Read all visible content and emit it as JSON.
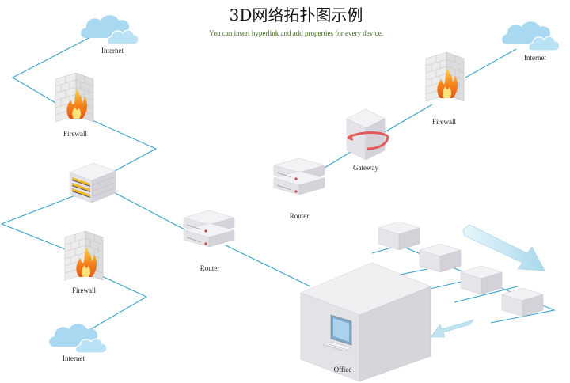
{
  "header": {
    "title": "3D网络拓扑图示例",
    "subtitle": "You can insert hyperlink and add properties for every device."
  },
  "devices": {
    "internet_top_left": {
      "label": "Internet",
      "icon": "cloud-icon"
    },
    "firewall_top_left": {
      "label": "Firewall",
      "icon": "firewall-icon"
    },
    "switch_left": {
      "label": "",
      "icon": "switch-icon"
    },
    "firewall_bottom_left": {
      "label": "Firewall",
      "icon": "firewall-icon"
    },
    "internet_bottom_left": {
      "label": "Internet",
      "icon": "cloud-icon"
    },
    "router_center": {
      "label": "Router",
      "icon": "router-icon"
    },
    "router_upper": {
      "label": "Router",
      "icon": "router-icon"
    },
    "gateway": {
      "label": "Gateway",
      "icon": "gateway-icon"
    },
    "firewall_right": {
      "label": "Firewall",
      "icon": "firewall-icon"
    },
    "internet_right": {
      "label": "Internet",
      "icon": "cloud-icon"
    },
    "office": {
      "label": "Office",
      "icon": "office-building-icon"
    }
  },
  "colors": {
    "link": "#3aa3c6",
    "cloud": "#a9d9f1",
    "box_top": "#f1f1f3",
    "box_left": "#e2e2e6",
    "box_right": "#cfcfd5",
    "flame": "#f08c1c",
    "arrow": "#bfe3f1"
  }
}
